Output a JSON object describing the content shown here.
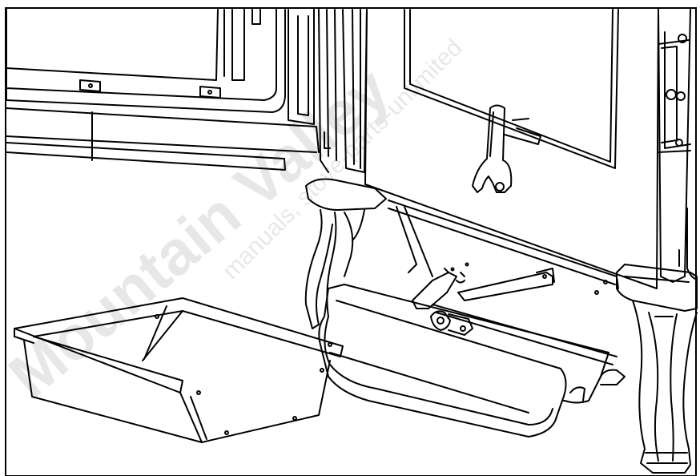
{
  "figure": {
    "subject": "Line drawing of a stove base with open ash-pan drawer front and removed ash pan",
    "line_color": "#000000",
    "background_color": "#ffffff",
    "watermark": {
      "bold_text": "Mountain Valley",
      "small_text": "manuals, stove-parts-unlimited",
      "color": "#000000"
    }
  }
}
